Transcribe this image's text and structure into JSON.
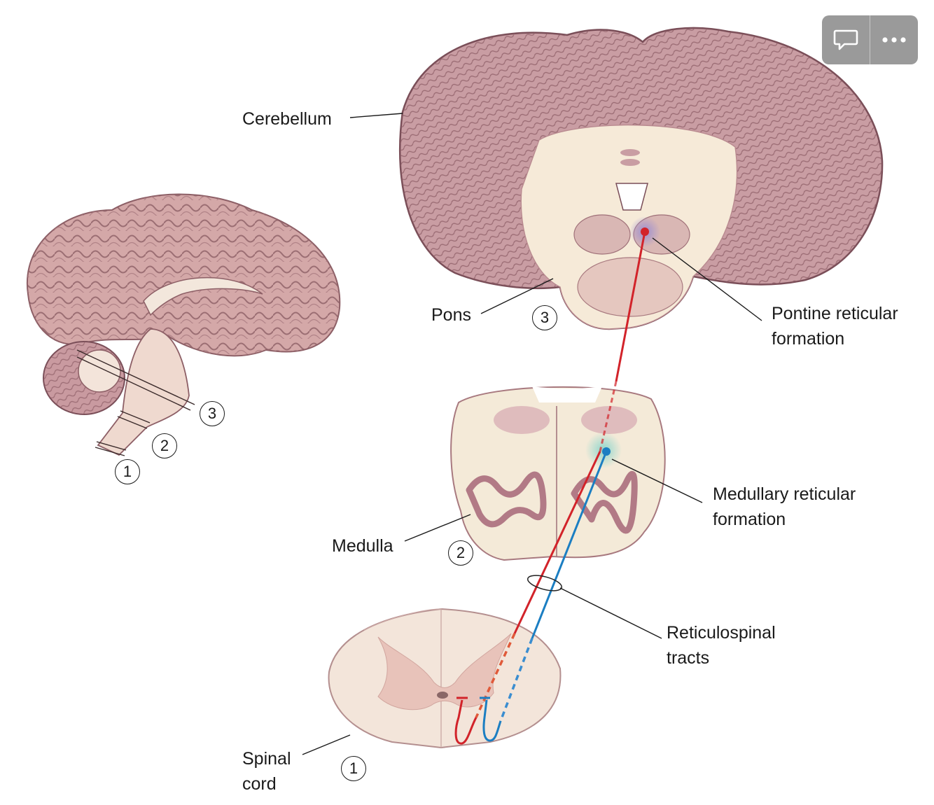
{
  "labels": {
    "cerebellum": "Cerebellum",
    "pons": "Pons",
    "pontine": [
      "Pontine reticular",
      "formation"
    ],
    "medullary": [
      "Medullary reticular",
      "formation"
    ],
    "medulla": "Medulla",
    "reticulospinal": [
      "Reticulospinal",
      "tracts"
    ],
    "spinal": [
      "Spinal",
      "cord"
    ]
  },
  "section_numbers": {
    "brain_1": "1",
    "brain_2": "2",
    "brain_3": "3",
    "pons": "3",
    "medulla": "2",
    "spinal": "1"
  },
  "toolbar": {
    "comment_icon": "comment-icon",
    "more_icon": "more-icon"
  },
  "colors": {
    "tissue": "#c99da3",
    "tissue_dark": "#7a4e58",
    "white_matter": "#f6ecdd",
    "pontine_tract": "#d2232a",
    "medullary_tract": "#1b7ec2"
  }
}
